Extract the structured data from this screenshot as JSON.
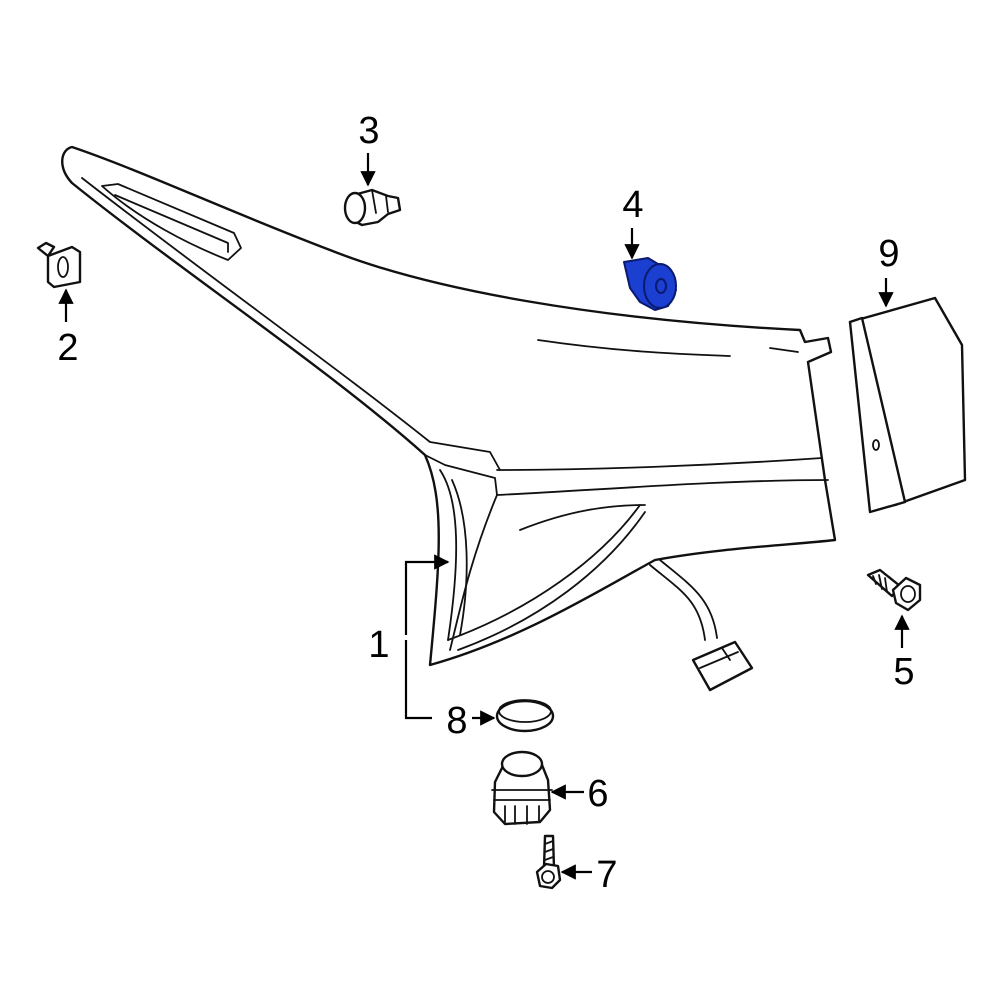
{
  "diagram": {
    "highlight_color": "#1a3fd1",
    "highlight_outline": "#0a1a6e",
    "line_color": "#111111",
    "callouts": [
      {
        "id": "1",
        "part": "tail-lamp-assembly"
      },
      {
        "id": "2",
        "part": "retainer-clip"
      },
      {
        "id": "3",
        "part": "push-pin-clip"
      },
      {
        "id": "4",
        "part": "grommet"
      },
      {
        "id": "5",
        "part": "bolt"
      },
      {
        "id": "6",
        "part": "socket"
      },
      {
        "id": "7",
        "part": "screw"
      },
      {
        "id": "8",
        "part": "gasket"
      },
      {
        "id": "9",
        "part": "pad"
      }
    ],
    "highlighted_part": "4"
  }
}
